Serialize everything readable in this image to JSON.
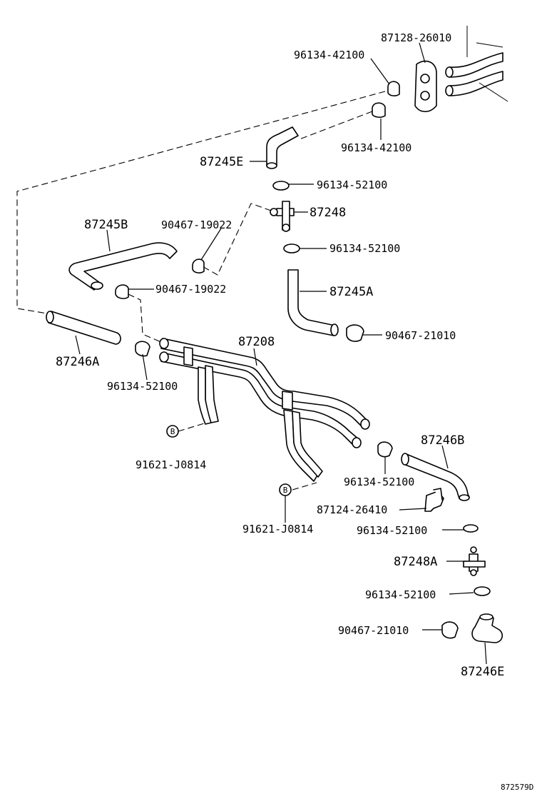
{
  "labels": {
    "p87128_26010": "87128-26010",
    "p96134_42100_a": "96134-42100",
    "p96134_42100_b": "96134-42100",
    "p87245e": "87245E",
    "p96134_52100_a": "96134-52100",
    "p87248": "87248",
    "p90467_19022_a": "90467-19022",
    "p87245b": "87245B",
    "p96134_52100_b": "96134-52100",
    "p90467_19022_b": "90467-19022",
    "p87245a": "87245A",
    "p90467_21010_a": "90467-21010",
    "p87246a": "87246A",
    "p87208": "87208",
    "p96134_52100_c": "96134-52100",
    "p91621_j0814_a": "91621-J0814",
    "p87246b": "87246B",
    "p96134_52100_d": "96134-52100",
    "p87124_26410": "87124-26410",
    "p91621_j0814_b": "91621-J0814",
    "p96134_52100_e": "96134-52100",
    "p87248a": "87248A",
    "p96134_52100_f": "96134-52100",
    "p90467_21010_b": "90467-21010",
    "p87246e": "87246E",
    "bolt_mark": "B",
    "diagram_code": "872579D"
  }
}
